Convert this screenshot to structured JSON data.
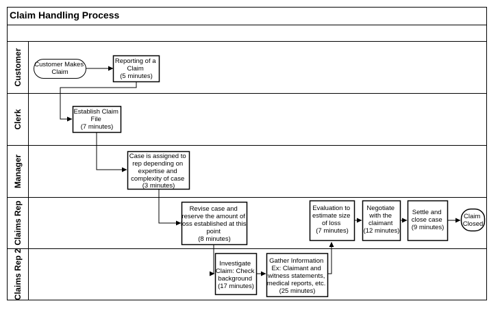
{
  "title": "Claim Handling Process",
  "lanes": [
    {
      "id": "customer",
      "label": "Customer"
    },
    {
      "id": "clerk",
      "label": "Clerk"
    },
    {
      "id": "manager",
      "label": "Manager"
    },
    {
      "id": "claims-rep",
      "label": "Claims Rep"
    },
    {
      "id": "claims-rep-2",
      "label": "Claims Rep 2"
    }
  ],
  "nodes": [
    {
      "id": "customer-makes-claim",
      "shape": "terminator",
      "lines": [
        "Customer Makes",
        "Claim"
      ]
    },
    {
      "id": "reporting-of-claim",
      "shape": "process",
      "lines": [
        "Reporting of a",
        "Claim",
        "(5 minutes)"
      ]
    },
    {
      "id": "establish-claim-file",
      "shape": "process",
      "lines": [
        "Establish Claim",
        "File",
        "(7 minutes)"
      ]
    },
    {
      "id": "case-assigned",
      "shape": "process",
      "lines": [
        "Case is assigned to",
        "rep depending on",
        "expertise and",
        "complexity of case",
        "(3 minutes)"
      ]
    },
    {
      "id": "revise-case",
      "shape": "process",
      "lines": [
        "Revise case and",
        "reserve the amount of",
        "loss established at this",
        "point",
        "(8 minutes)"
      ]
    },
    {
      "id": "investigate-claim",
      "shape": "process",
      "lines": [
        "Investigate",
        "Claim: Check",
        "background",
        "(17 minutes)"
      ]
    },
    {
      "id": "gather-information",
      "shape": "process",
      "lines": [
        "Gather Information",
        "Ex: Claimant and",
        "witness statements,",
        "medical reports, etc.",
        "(25 minutes)"
      ]
    },
    {
      "id": "evaluation",
      "shape": "process",
      "lines": [
        "Evaluation to",
        "estimate size",
        "of loss",
        "(7 minutes)"
      ]
    },
    {
      "id": "negotiate",
      "shape": "process",
      "lines": [
        "Negotiate",
        "with the",
        "claimant",
        "(12 minutes)"
      ]
    },
    {
      "id": "settle-close",
      "shape": "process",
      "lines": [
        "Settle and",
        "close case",
        "(9 minutes)"
      ]
    },
    {
      "id": "claim-closed",
      "shape": "terminator",
      "lines": [
        "Claim",
        "Closed"
      ]
    }
  ],
  "edges": [
    {
      "from": "customer-makes-claim",
      "to": "reporting-of-claim"
    },
    {
      "from": "reporting-of-claim",
      "to": "establish-claim-file"
    },
    {
      "from": "establish-claim-file",
      "to": "case-assigned"
    },
    {
      "from": "case-assigned",
      "to": "revise-case"
    },
    {
      "from": "revise-case",
      "to": "investigate-claim"
    },
    {
      "from": "investigate-claim",
      "to": "gather-information"
    },
    {
      "from": "gather-information",
      "to": "evaluation"
    },
    {
      "from": "evaluation",
      "to": "negotiate"
    },
    {
      "from": "negotiate",
      "to": "settle-close"
    },
    {
      "from": "settle-close",
      "to": "claim-closed"
    }
  ]
}
